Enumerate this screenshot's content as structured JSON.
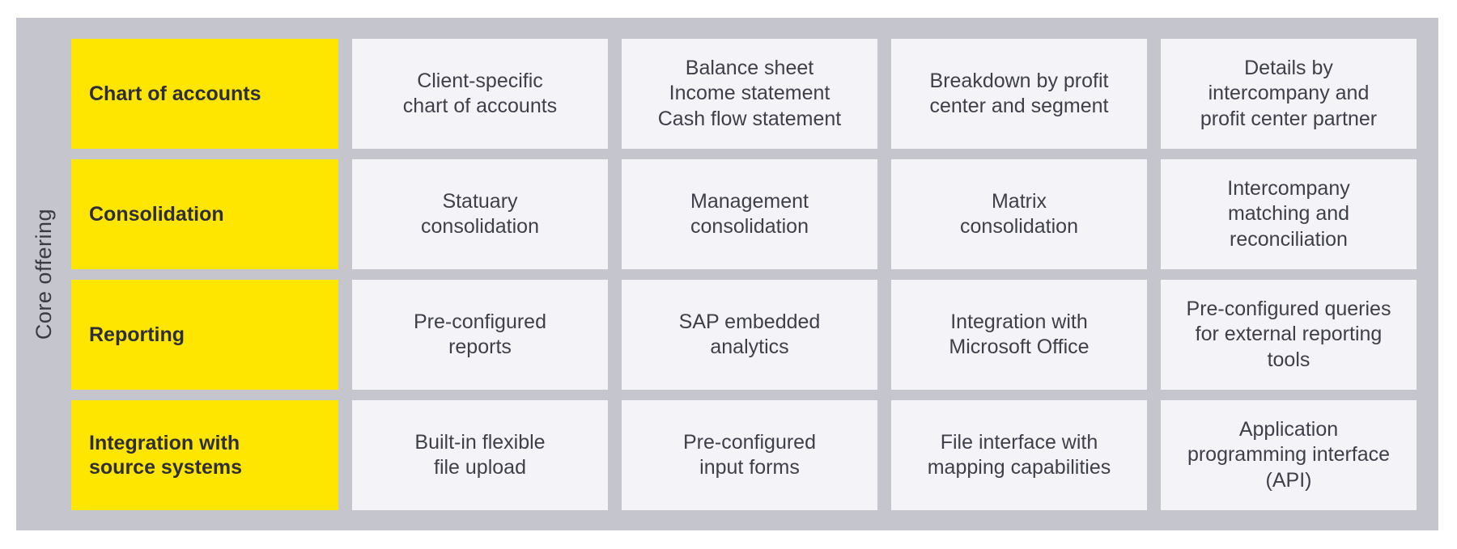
{
  "panel": {
    "axis_label": "Core offering"
  },
  "colors": {
    "page_background": "#ffffff",
    "panel_background": "#c5c6cd",
    "row_header_background": "#ffe600",
    "cell_background": "#f4f4f8",
    "row_header_text": "#2e2e38",
    "cell_text": "#3f3f49"
  },
  "table": {
    "rows": [
      {
        "header": "Chart of accounts",
        "cells": [
          "Client-specific\nchart of accounts",
          "Balance sheet\nIncome statement\nCash flow statement",
          "Breakdown by profit\ncenter and segment",
          "Details by\nintercompany and\nprofit center partner"
        ]
      },
      {
        "header": "Consolidation",
        "cells": [
          "Statuary\nconsolidation",
          "Management\nconsolidation",
          "Matrix\nconsolidation",
          "Intercompany\nmatching and\nreconciliation"
        ]
      },
      {
        "header": "Reporting",
        "cells": [
          "Pre-configured\nreports",
          "SAP embedded\nanalytics",
          "Integration with\nMicrosoft Office",
          "Pre-configured queries\nfor external reporting\ntools"
        ]
      },
      {
        "header": "Integration with\nsource systems",
        "cells": [
          "Built-in flexible\nfile upload",
          "Pre-configured\ninput forms",
          "File interface with\nmapping capabilities",
          "Application\nprogramming interface\n(API)"
        ]
      }
    ]
  }
}
